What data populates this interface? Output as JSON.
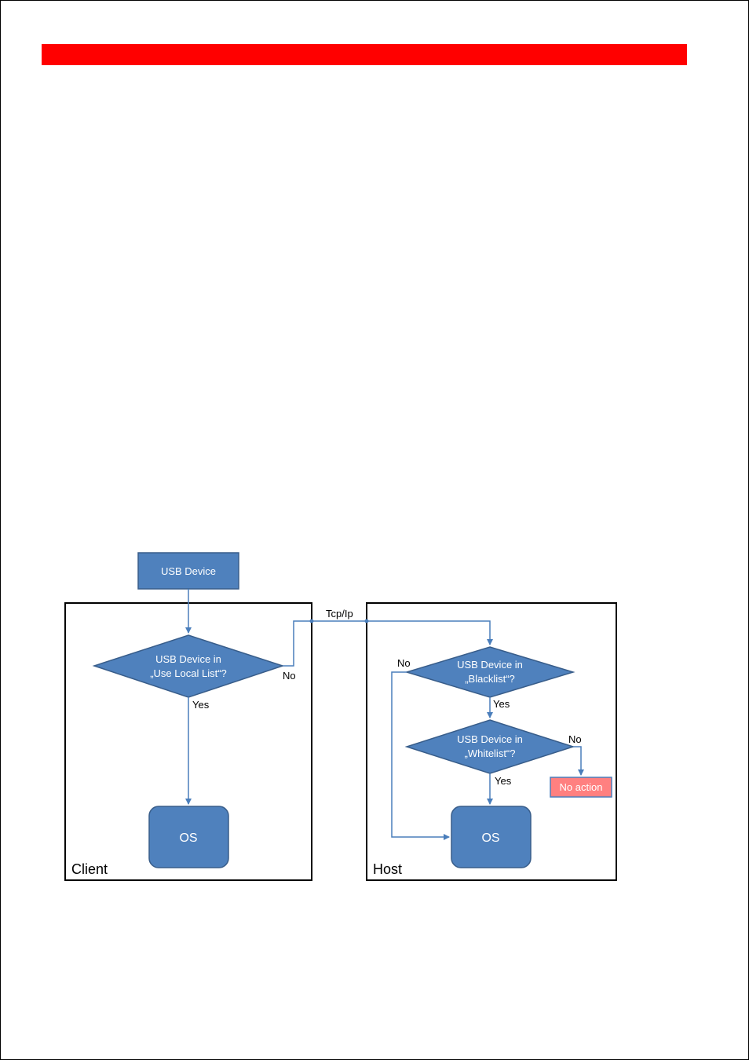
{
  "colors": {
    "header_bar": "#ff0000",
    "node_fill": "#4f81bd",
    "node_stroke": "#385d8a",
    "edge": "#4a7ebb",
    "no_action_fill": "#ff8080",
    "no_action_stroke": "#4a7ebb"
  },
  "diagram": {
    "source_node": "USB Device",
    "connection_label": "Tcp/Ip",
    "client": {
      "title": "Client",
      "decision_line1": "USB Device in",
      "decision_line2": "„Use Local List“?",
      "yes_label": "Yes",
      "no_label": "No",
      "os_label": "OS"
    },
    "host": {
      "title": "Host",
      "blacklist_line1": "USB Device in",
      "blacklist_line2": "„Blacklist“?",
      "blacklist_no_label": "No",
      "blacklist_yes_label": "Yes",
      "whitelist_line1": "USB Device in",
      "whitelist_line2": "„Whitelist“?",
      "whitelist_no_label": "No",
      "whitelist_yes_label": "Yes",
      "no_action_label": "No action",
      "os_label": "OS"
    }
  }
}
